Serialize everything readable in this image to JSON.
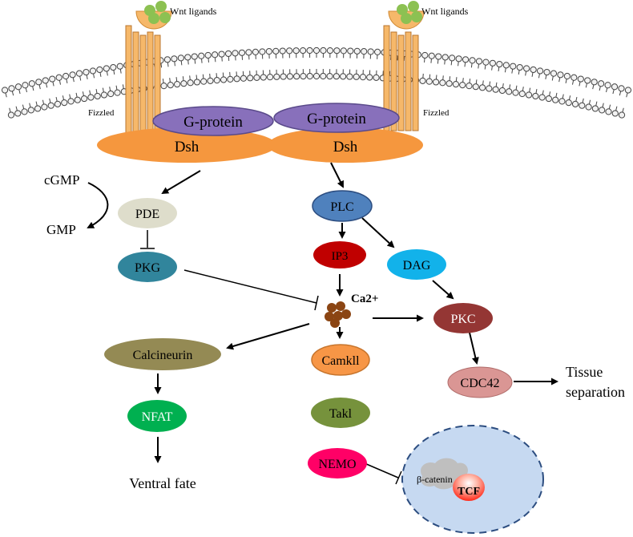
{
  "membrane": {
    "wnt_label_left": "Wnt ligands",
    "wnt_label_right": "Wnt ligands",
    "receptor_label_left": "Fizzled",
    "receptor_label_right": "Fizzled",
    "gprotein_left": "G-protein",
    "gprotein_right": "G-protein",
    "dsh_left": "Dsh",
    "dsh_right": "Dsh"
  },
  "left_branch": {
    "cgmp": "cGMP",
    "gmp": "GMP",
    "pde": "PDE",
    "pkg": "PKG",
    "calcineurin": "Calcineurin",
    "nfat": "NFAT",
    "ventral_fate": "Ventral fate"
  },
  "center_branch": {
    "plc": "PLC",
    "ip3": "IP3",
    "ca2": "Ca2+",
    "camkll": "Camkll",
    "takl": "Takl",
    "nemo": "NEMO"
  },
  "right_branch": {
    "dag": "DAG",
    "pkc": "PKC",
    "cdc42": "CDC42",
    "tissue_line1": "Tissue",
    "tissue_line2": "separation"
  },
  "nucleus": {
    "beta_catenin": "β-catenin",
    "tcf": "TCF"
  },
  "colors": {
    "receptor": "#f6b86a",
    "receptor_stroke": "#b9762f",
    "wnt_ligand": "#8cc152",
    "dsh": "#f5973e",
    "gprotein": "#8870bb",
    "pde": "#deddcb",
    "pkg": "#31859c",
    "plc": "#4f81bd",
    "ip3": "#c00000",
    "dag": "#12b2ea",
    "pkc": "#943634",
    "cdc42": "#da9694",
    "calcineurin": "#948a54",
    "nfat": "#00b050",
    "camkll": "#f79646",
    "takl": "#76923c",
    "nemo": "#ff0066",
    "nucleus": "#c6d9f1",
    "ca_particle": "#8b4513"
  }
}
